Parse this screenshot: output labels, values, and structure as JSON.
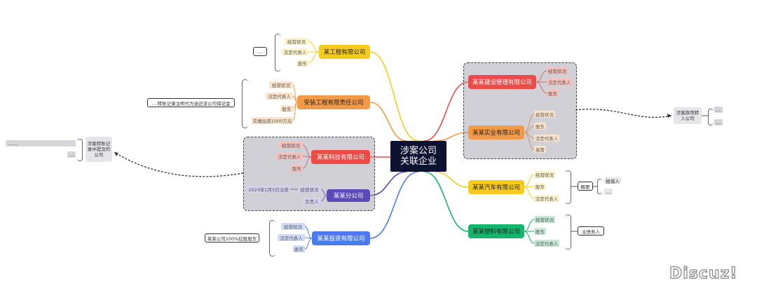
{
  "root": {
    "line1": "涉案公司",
    "line2": "关联企业"
  },
  "colors": {
    "yellow": "#f5cc1d",
    "orange": "#f29a47",
    "red": "#ee4a46",
    "purple": "#5a4bb8",
    "blue": "#4c7bf0",
    "green": "#14b56c"
  },
  "left": {
    "gongcheng": {
      "name": "某工程有限公司",
      "leaves": [
        "经营状况",
        "法定代表人",
        "股东"
      ],
      "note": "...."
    },
    "anzhuang": {
      "name": "安装工程有限责任公司",
      "leaves": [
        "经营状况",
        "法定代表人",
        "股东",
        "实缴出资1000万元"
      ],
      "note": "....转账记录注明代为退还该公司保证金"
    },
    "keji": {
      "name": "某某科技有限公司",
      "leaves": [
        "经营状况",
        "法定代表人",
        "股东"
      ]
    },
    "fengongsi": {
      "name": "某某分公司",
      "leaves": [
        "经营状况",
        "负责人"
      ],
      "note": "2024年1月5日注销"
    },
    "touzi": {
      "name": "某某投资有限公司",
      "leaves": [
        "经营状况",
        "法定代表人",
        "股东"
      ],
      "note": "某某公司100%控股股东"
    },
    "left_group_label": "涉案转账记录中提及的公司",
    "left_group_items": [
      "......",
      "...."
    ]
  },
  "right": {
    "jianshe": {
      "name": "某某建设管理有限公司",
      "leaves": [
        "经营状况",
        "法定代表人",
        "股东"
      ]
    },
    "shiye": {
      "name": "某某实业有限公司",
      "leaves": [
        "经营状况",
        "股东",
        "法定代表人",
        "高管"
      ]
    },
    "right_group_label": "涉案款项转入公司",
    "right_group_items": [
      "....",
      "...."
    ],
    "qiche": {
      "name": "某某汽车有限公司",
      "leaves": [
        "经营状况",
        "股东",
        "法定代表人"
      ],
      "note": "概要",
      "sub": [
        "担保人",
        "...."
      ]
    },
    "suliao": {
      "name": "某某塑料有限公司",
      "leaves": [
        "经营状况",
        "股东",
        "法定代表人"
      ],
      "note": "主债务人"
    }
  },
  "watermark": "Discuz!"
}
